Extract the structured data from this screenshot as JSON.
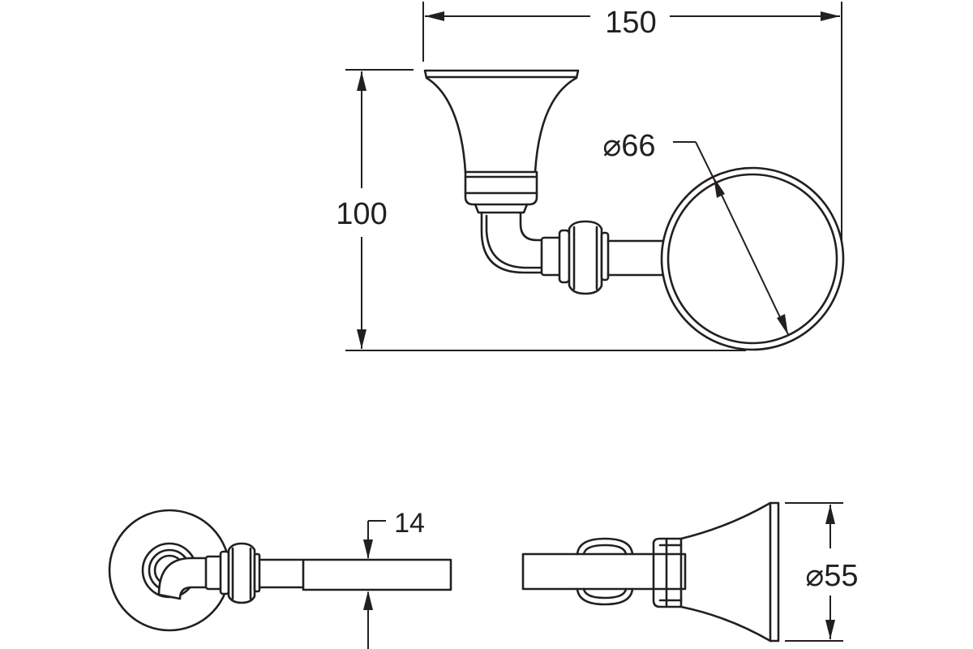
{
  "dimensions": {
    "overall_width": "150",
    "overall_height": "100",
    "ring_diameter": "66",
    "bar_thickness": "14",
    "base_diameter": "55",
    "diameter_symbol": "⌀"
  },
  "colors": {
    "line": "#231f20",
    "background": "#ffffff"
  }
}
